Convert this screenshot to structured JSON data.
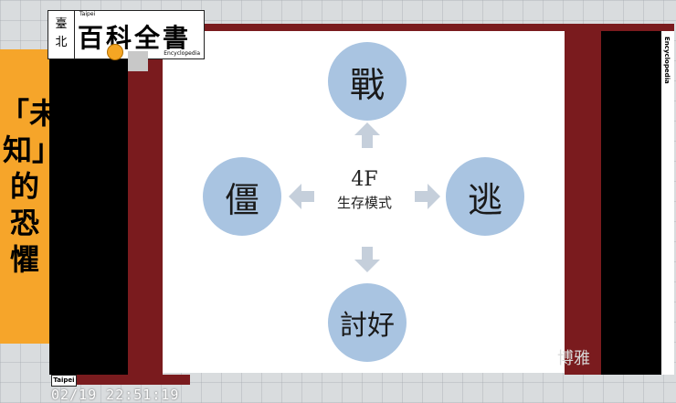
{
  "logo": {
    "small_chars": [
      "臺",
      "北"
    ],
    "main": "百科全書",
    "taipei": "Taipei",
    "encyclopedia": "Encyclopedia"
  },
  "title_banner": {
    "text": "「未知」的恐懼"
  },
  "diagram": {
    "center_line1": "4F",
    "center_line2": "生存模式",
    "top": "戰",
    "right": "逃",
    "bottom": "討好",
    "left": "僵",
    "circle_color": "#a9c4e1",
    "arrow_color": "#c5cfdb"
  },
  "side_label": "Encyclopedia",
  "watermark": "博雅",
  "footer": {
    "tag": "Taipei",
    "timestamp": "02/19 22:51:19"
  },
  "colors": {
    "banner": "#f6a52a",
    "frame_red": "#7a1b1e"
  }
}
